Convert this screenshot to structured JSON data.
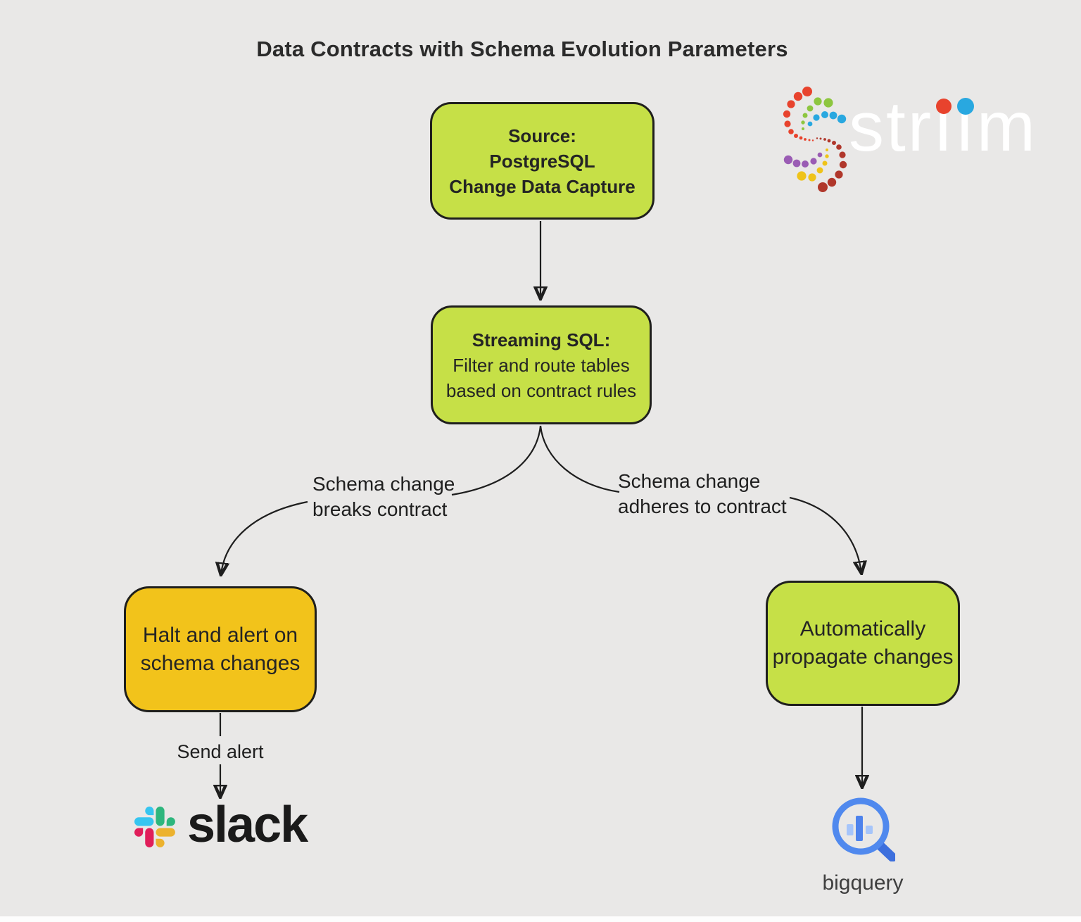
{
  "title": "Data Contracts with Schema Evolution Parameters",
  "colors": {
    "background": "#e9e8e7",
    "node_green": "#c6e047",
    "node_orange": "#f2c31b",
    "node_border": "#1f1f1d",
    "connector": "#1e1e1e",
    "striim_red": "#e8432d",
    "striim_green": "#8dc63f",
    "striim_blue": "#29a8e0",
    "striim_purple": "#9a5cb4",
    "striim_yellow": "#efc319",
    "striim_maroon": "#b0372b",
    "slack_blue": "#36C5F0",
    "slack_green": "#2EB67D",
    "slack_yellow": "#ECB22E",
    "slack_red": "#E01E5A",
    "bq_ring": "#5089ee",
    "bq_bar_light": "#a6c5fa",
    "bq_bar_dark": "#4d82ec",
    "bq_handle": "#3d6fdd"
  },
  "nodes": {
    "source": {
      "title": "Source:",
      "line2": "PostgreSQL",
      "line3": "Change Data Capture"
    },
    "streaming": {
      "title": "Streaming SQL:",
      "line2": "Filter and route tables",
      "line3": "based on contract rules"
    },
    "halt": {
      "line1": "Halt and alert on",
      "line2": "schema changes"
    },
    "propagate": {
      "line1": "Automatically",
      "line2": "propagate changes"
    }
  },
  "edge_labels": {
    "breaks": {
      "line1": "Schema change",
      "line2": "breaks contract"
    },
    "adheres": {
      "line1": "Schema change",
      "line2": "adheres to contract"
    },
    "send_alert": "Send alert"
  },
  "logos": {
    "striim": {
      "name": "striim",
      "part_str": "str",
      "part_i1": "ı",
      "part_i2": "ı",
      "part_m": "m"
    },
    "slack": {
      "text": "slack"
    },
    "bigquery": {
      "label": "bigquery"
    }
  }
}
